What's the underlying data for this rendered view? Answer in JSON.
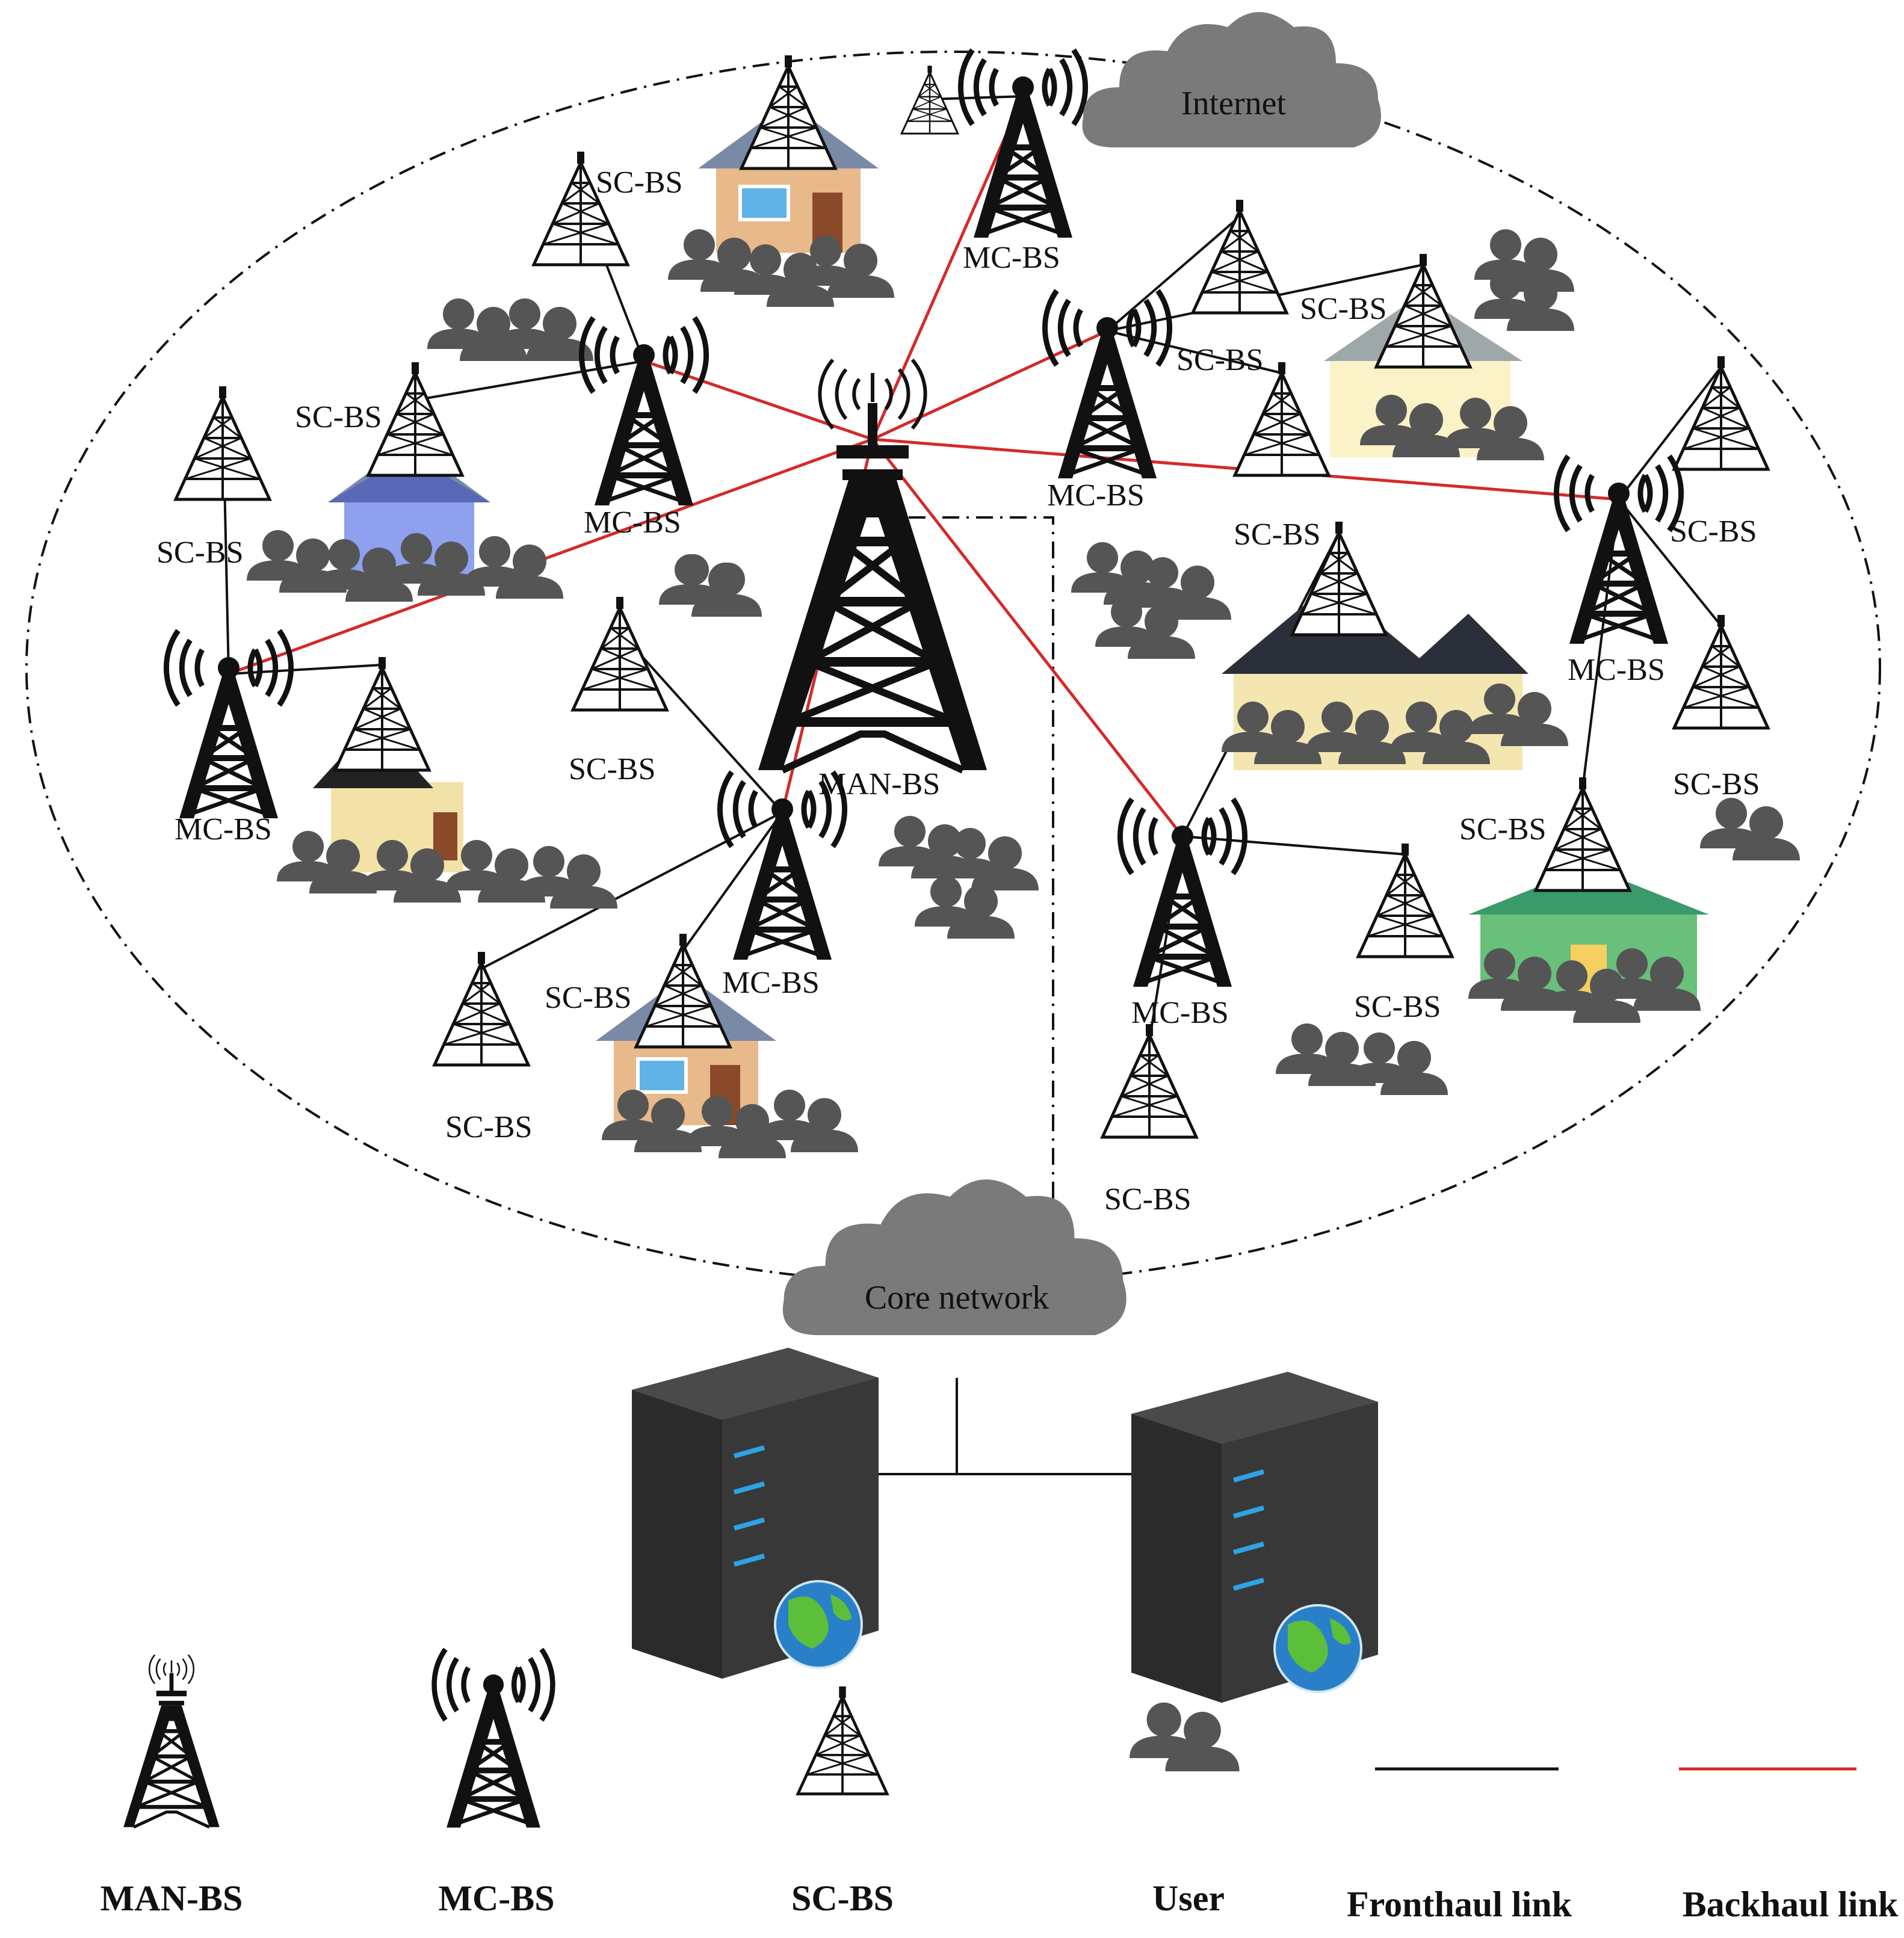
{
  "clouds": {
    "internet": "Internet",
    "core": "Core network"
  },
  "labels": {
    "man_bs": "MAN-BS",
    "mc_bs": "MC-BS",
    "sc_bs": "SC-BS"
  },
  "legend": {
    "man_bs": "MAN-BS",
    "mc_bs": "MC-BS",
    "sc_bs": "SC-BS",
    "user": "User",
    "fronthaul": "Fronthaul link",
    "backhaul": "Backhaul link"
  },
  "colors": {
    "backhaul": "#d42a2a",
    "fronthaul": "#111111",
    "cloud": "#7a7a7a",
    "user": "#555555",
    "server": "#3a3a3a",
    "server_light": "#2ea3e6"
  },
  "icons": [
    "man-bs-tower-icon",
    "mc-bs-tower-icon",
    "sc-bs-tower-icon",
    "user-group-icon",
    "cloud-icon",
    "server-icon",
    "globe-icon",
    "house-icon"
  ]
}
